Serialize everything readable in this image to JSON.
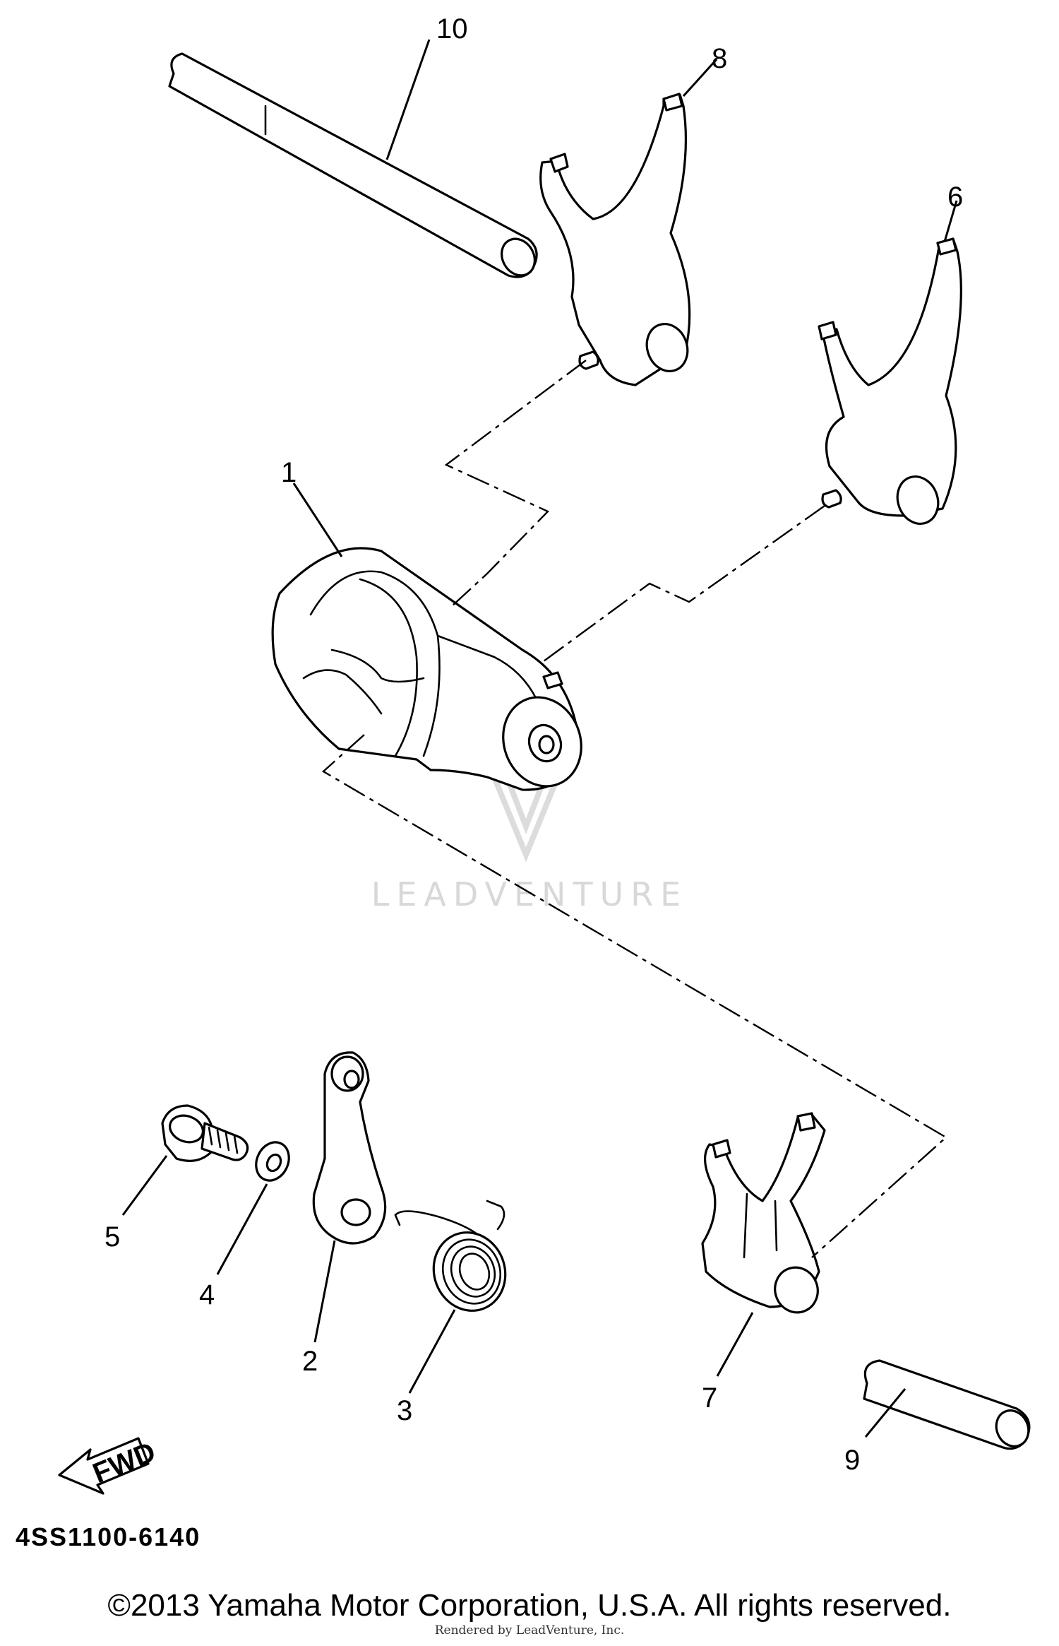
{
  "diagram": {
    "callouts": [
      "10",
      "8",
      "6",
      "1",
      "5",
      "4",
      "2",
      "3",
      "7",
      "9"
    ],
    "fwd_label": "FWD",
    "diagram_code": "4SS1100-6140",
    "watermark": "LEADVENTURE"
  },
  "footer": {
    "copyright": "©2013 Yamaha Motor Corporation, U.S.A. All rights reserved.",
    "rendered_by": "Rendered by LeadVenture, Inc."
  }
}
